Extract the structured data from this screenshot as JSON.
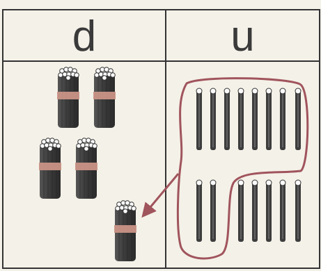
{
  "table": {
    "headers": {
      "left": "d",
      "right": "u"
    }
  },
  "counting": {
    "left_column_bundles_of_ten": 5,
    "right_column_single_sticks": 15,
    "grouped_into_new_bundle": 10,
    "single_sticks_left": 5
  },
  "colors": {
    "paper": "#f4f1e8",
    "grid_line": "#333333",
    "stick_dark": "#3d3d3d",
    "stick_light": "#8a8a8a",
    "band": "#c99486",
    "loop": "#a0545c",
    "arrow": "#a0545c"
  }
}
